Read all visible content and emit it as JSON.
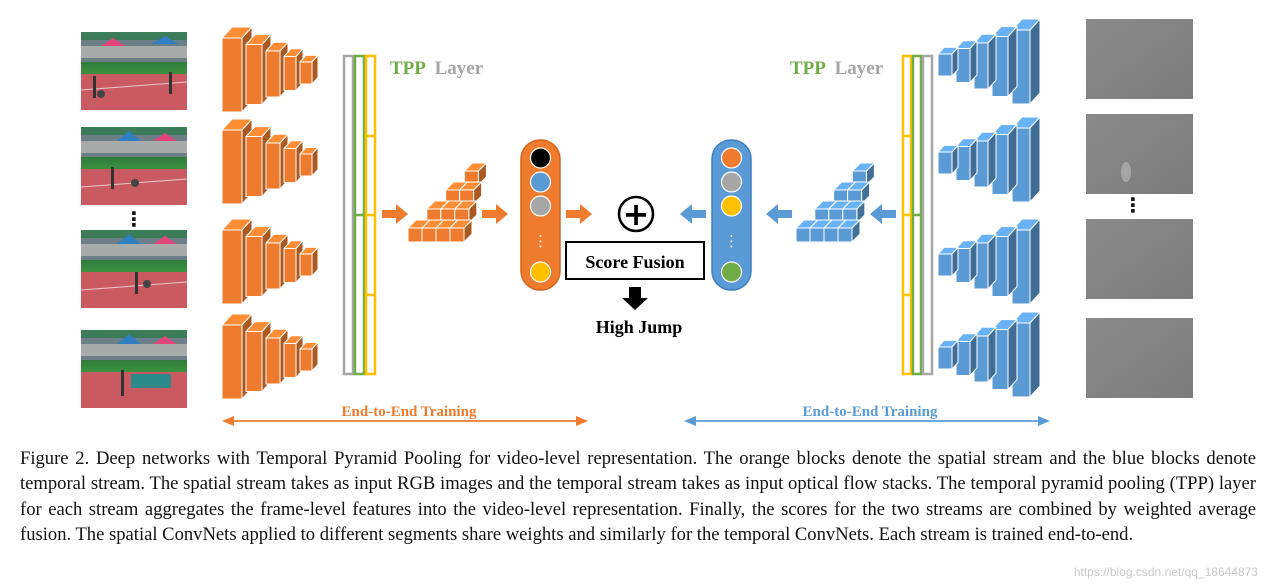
{
  "colors": {
    "spatial": "#ee7b2e",
    "temporal": "#5b9bd5",
    "tpp_green": "#70ad47",
    "layer_gray": "#a6a6a6",
    "tpp_yellow": "#ffc000",
    "score_black": "#000000"
  },
  "diagram": {
    "tpp_label_left": {
      "tpp": "TPP",
      "layer": "Layer"
    },
    "tpp_label_right": {
      "tpp": "TPP",
      "layer": "Layer"
    },
    "score_fusion": "Score Fusion",
    "plus_symbol": "+",
    "result": "High Jump",
    "training_left": "End-to-End Training",
    "training_right": "End-to-End Training",
    "ellipsis": "⋮",
    "vector_ellipsis": "⋮",
    "icons": [
      "plus-circle-icon",
      "arrow-down-icon",
      "arrow-right-icon",
      "arrow-left-icon",
      "double-arrow-icon"
    ]
  },
  "caption": "Figure 2. Deep networks with Temporal Pyramid Pooling for video-level representation. The orange blocks denote the spatial stream and the blue blocks denote temporal stream. The spatial stream takes as input RGB images and the temporal stream takes as input optical flow stacks. The temporal pyramid pooling (TPP) layer for each stream aggregates the frame-level features into the video-level representation. Finally, the scores for the two streams are combined by weighted average fusion. The spatial ConvNets applied to different segments share weights and similarly for the temporal ConvNets. Each stream is trained end-to-end.",
  "watermark": "https://blog.csdn.net/qq_18644873"
}
